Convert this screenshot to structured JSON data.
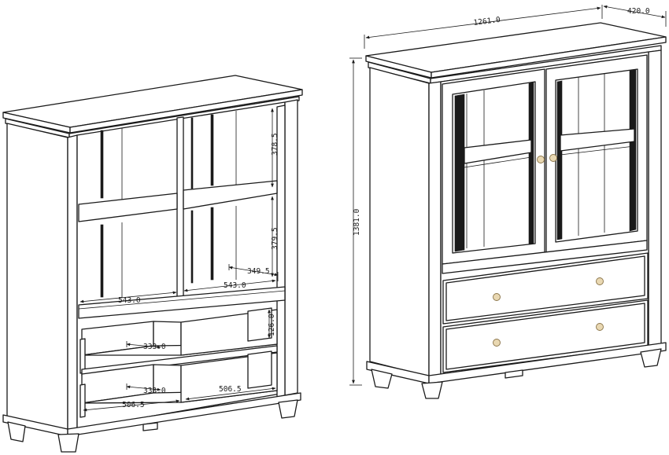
{
  "colors": {
    "line": "#1a1a1a",
    "knob": "#e9d8b2",
    "background": "#ffffff"
  },
  "left_cabinet": {
    "dimensions": {
      "shelf_height_upper": "378.5",
      "shelf_height_lower": "379.5",
      "shelf_depth": "349.5",
      "inner_width_left": "543.0",
      "inner_width_right": "543.0",
      "drawer_height": "126.0",
      "drawer_depth_upper": "333.0",
      "drawer_depth_lower": "333.0",
      "drawer_width_left": "506.5",
      "drawer_width_right": "506.5"
    }
  },
  "right_cabinet": {
    "dimensions": {
      "width": "1261.0",
      "depth": "420.0",
      "height": "1381.0"
    },
    "knob_count": 6
  }
}
